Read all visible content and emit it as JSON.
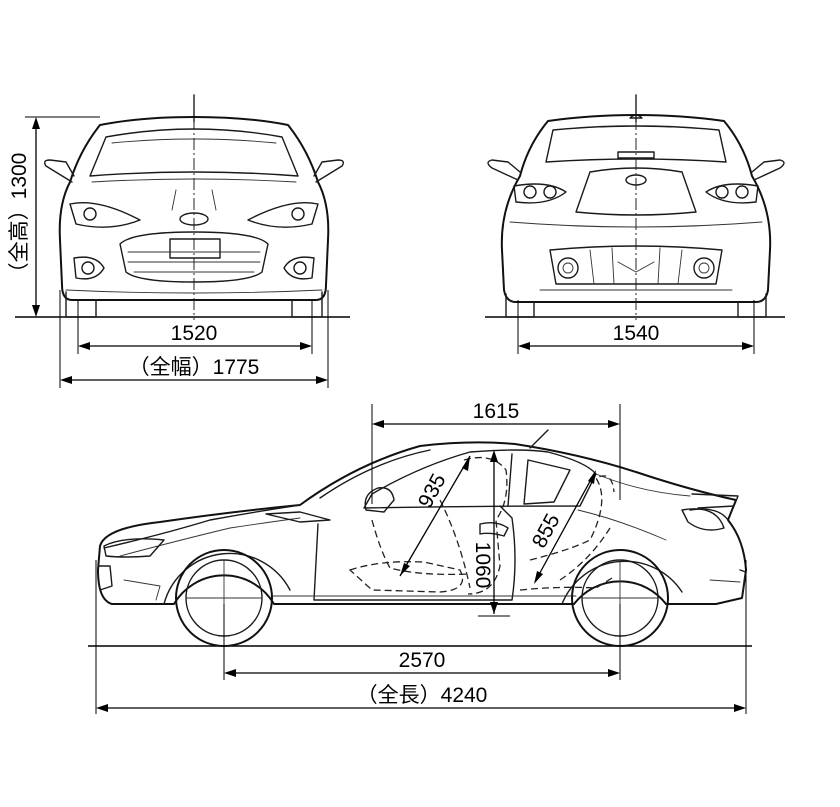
{
  "front_view": {
    "overall_height_label": "（全高）1300",
    "track_label": "1520",
    "overall_width_label": "（全幅）1775"
  },
  "rear_view": {
    "track_label": "1540"
  },
  "side_view": {
    "interior_length_label": "1615",
    "front_headroom_label": "935",
    "rear_headroom_label": "855",
    "interior_height_label": "1060",
    "wheelbase_label": "2570",
    "overall_length_label": "（全長）4240"
  }
}
